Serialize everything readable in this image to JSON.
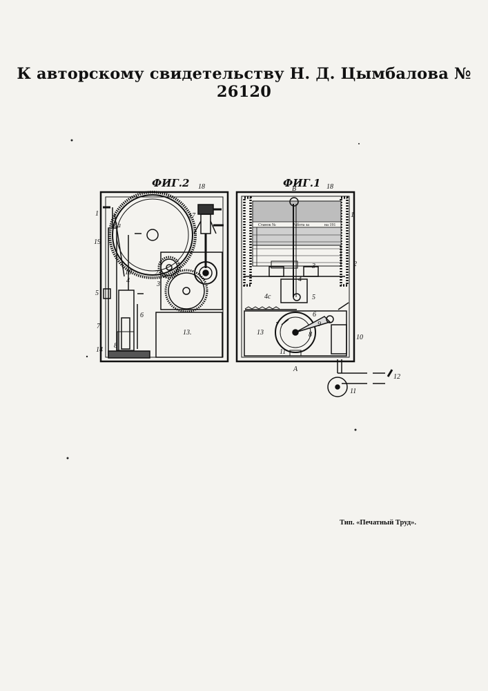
{
  "document": {
    "title": "К авторскому свидетельству Н. Д. Цымбалова № 26120",
    "printer": "Тип. «Печатный Труд».",
    "fig2": {
      "caption": "ФИГ.2",
      "labels": [
        "18",
        "1",
        "4a",
        "17",
        "19",
        "2",
        "3",
        "18",
        "4",
        "5",
        "6",
        "7",
        "13.",
        "14",
        "8"
      ]
    },
    "fig1": {
      "caption": "ФИГ.1",
      "labels": [
        "B",
        "18",
        "1",
        "2",
        "3",
        "4",
        "4c",
        "5",
        "6",
        "7",
        "9",
        "8",
        "13",
        "10",
        "11",
        "A",
        "12",
        "11"
      ],
      "chart_text": [
        "Станок №",
        "Работа за",
        "на 191"
      ]
    }
  }
}
